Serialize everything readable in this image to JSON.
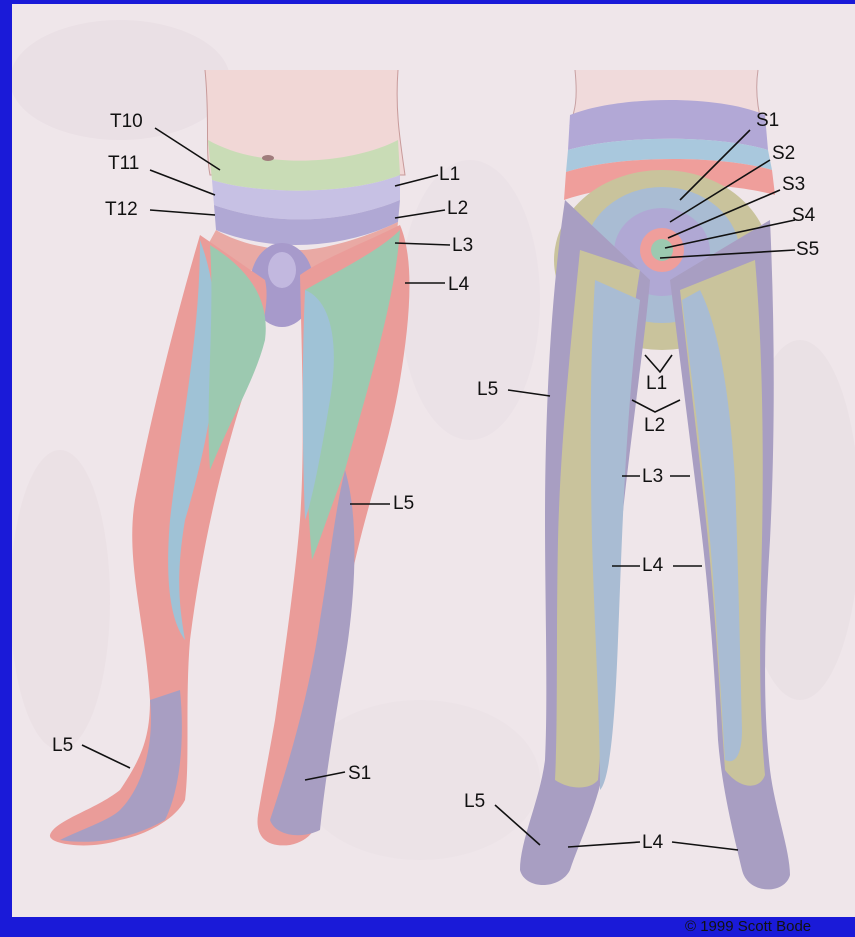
{
  "colors": {
    "frame": "#1a1ad8",
    "background": "#efe6ea",
    "T10": "#c9dcb6",
    "T11": "#c7c1e4",
    "T12": "#b0a8d4",
    "L1": "#e9a9a4",
    "L2": "#a79acb",
    "L3": "#9cc9b0",
    "L4": "#e89896",
    "L5": "#a89ec2",
    "S1": "#e78f8e",
    "sacral_skin": "#c9c39c",
    "posterior_thigh": "#a9bcd3"
  },
  "front_labels": {
    "t10": "T10",
    "t11": "T11",
    "t12": "T12",
    "l1": "L1",
    "l2": "L2",
    "l3": "L3",
    "l4": "L4",
    "l5_thigh": "L5",
    "l5_foot": "L5",
    "s1": "S1"
  },
  "back_labels": {
    "s1": "S1",
    "s2": "S2",
    "s3": "S3",
    "s4": "S4",
    "s5": "S5",
    "l1": "L1",
    "l2": "L2",
    "l3": "L3",
    "l4": "L4",
    "l5_thigh": "L5",
    "l5_foot": "L5",
    "l4_foot": "L4"
  },
  "credit": "© 1999 Scott Bode"
}
